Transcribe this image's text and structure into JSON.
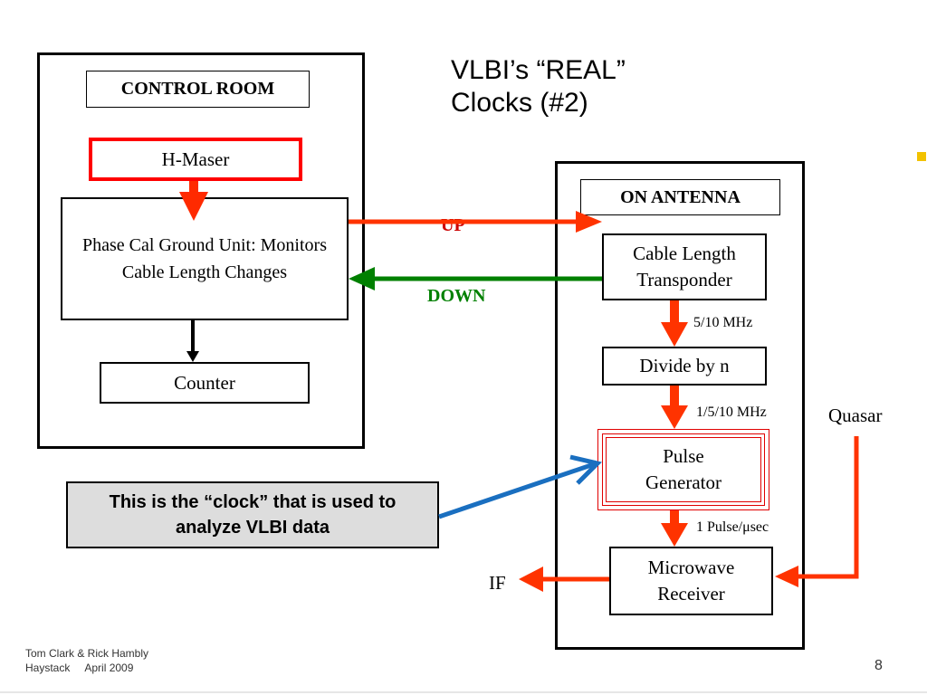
{
  "title": {
    "line1": "VLBI’s “REAL”",
    "line2": "Clocks   (#2)"
  },
  "control_room": {
    "heading": "CONTROL ROOM",
    "h_maser": "H-Maser",
    "phase_cal": "Phase Cal Ground Unit: Monitors Cable Length Changes",
    "counter": "Counter"
  },
  "antenna": {
    "heading": "ON ANTENNA",
    "transponder": "Cable Length Transponder",
    "divide": "Divide by n",
    "pulse_gen": "Pulse Generator",
    "receiver": "Microwave Receiver"
  },
  "signals": {
    "up": "UP",
    "down": "DOWN",
    "freq1": "5/10 MHz",
    "freq2": "1/5/10 MHz",
    "pulse_rate": "1 Pulse/μsec",
    "quasar": "Quasar",
    "if": "IF"
  },
  "callout": "This is the “clock” that is used to analyze VLBI data",
  "footer": {
    "authors": "Tom Clark & Rick Hambly",
    "place_date": "Haystack     April 2009",
    "page_number": "8"
  },
  "colors": {
    "signal_red": "#ff3300",
    "up_label": "#cc0000",
    "down_green": "#008000",
    "callout_arrow": "#1a6fc0",
    "callout_bg": "#dddddd"
  }
}
